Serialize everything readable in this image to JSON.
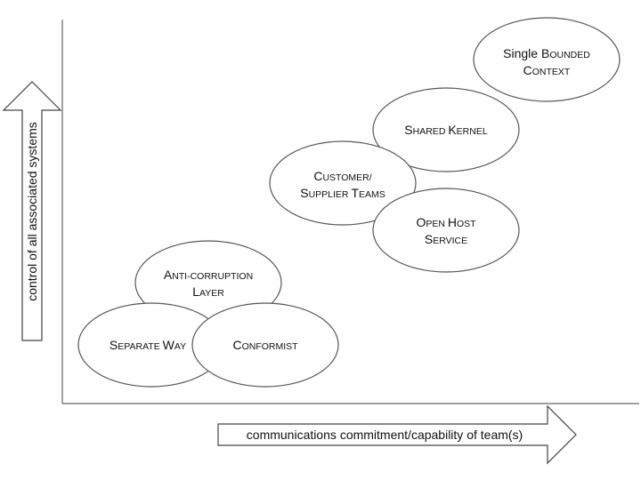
{
  "axes": {
    "x_label": "communications commitment/capability of team(s)",
    "y_label": "control of all associated systems"
  },
  "patterns": {
    "separate_ways": {
      "line1": [
        [
          "S",
          "EPARATE "
        ],
        [
          "W",
          "AY"
        ]
      ]
    },
    "conformist": {
      "line1": [
        [
          "C",
          "ONFORMIST"
        ]
      ]
    },
    "anti_corruption": {
      "line1": [
        [
          "A",
          "NTI-CORRUPTION"
        ]
      ],
      "line2": [
        [
          "L",
          "AYER"
        ]
      ]
    },
    "customer_supplier": {
      "line1": [
        [
          "C",
          "USTOMER/"
        ]
      ],
      "line2": [
        [
          "S",
          "UPPLIER "
        ],
        [
          "T",
          "EAMS"
        ]
      ]
    },
    "open_host": {
      "line1": [
        [
          "O",
          "PEN "
        ],
        [
          "H",
          "OST"
        ]
      ],
      "line2": [
        [
          "S",
          "ERVICE"
        ]
      ]
    },
    "shared_kernel": {
      "line1": [
        [
          "S",
          "HARED "
        ],
        [
          "K",
          "ERNEL"
        ]
      ]
    },
    "single_bounded": {
      "line1": [
        [
          "Single ",
          ""
        ],
        [
          "B",
          "OUNDED"
        ]
      ],
      "line2": [
        [
          "C",
          "ONTEXT"
        ]
      ]
    }
  }
}
